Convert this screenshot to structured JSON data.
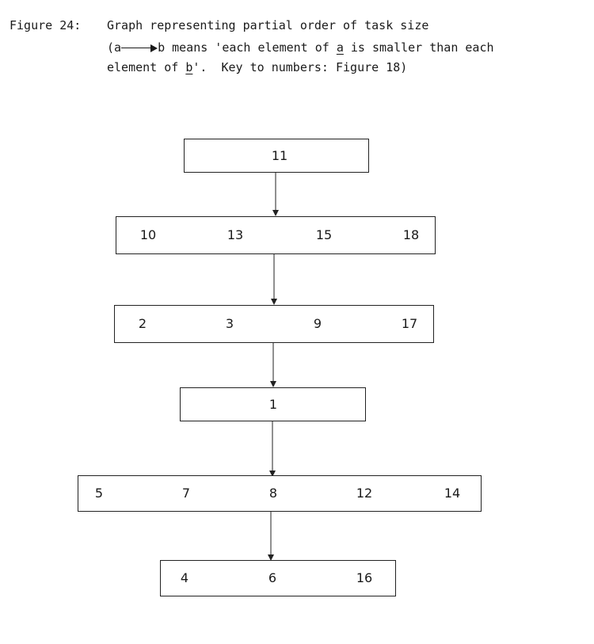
{
  "caption": {
    "figure_label": "Figure 24:",
    "line1": "Graph representing partial order of task size",
    "line2_open": "(a",
    "line2_b": "b means 'each element of ",
    "line2_a_var": "a",
    "line2_mid": " is smaller than each",
    "line3_start": "element of ",
    "line3_b_var": "b",
    "line3_end": "'.  Key to numbers: Figure 18)"
  },
  "nodes": [
    {
      "id": "n11",
      "items": [
        "11"
      ]
    },
    {
      "id": "n10-18",
      "items": [
        "10",
        "13",
        "15",
        "18"
      ]
    },
    {
      "id": "n2-17",
      "items": [
        "2",
        "3",
        "9",
        "17"
      ]
    },
    {
      "id": "n1",
      "items": [
        "1"
      ]
    },
    {
      "id": "n5-14",
      "items": [
        "5",
        "7",
        "8",
        "12",
        "14"
      ]
    },
    {
      "id": "n4-16",
      "items": [
        "4",
        "6",
        "16"
      ]
    }
  ]
}
